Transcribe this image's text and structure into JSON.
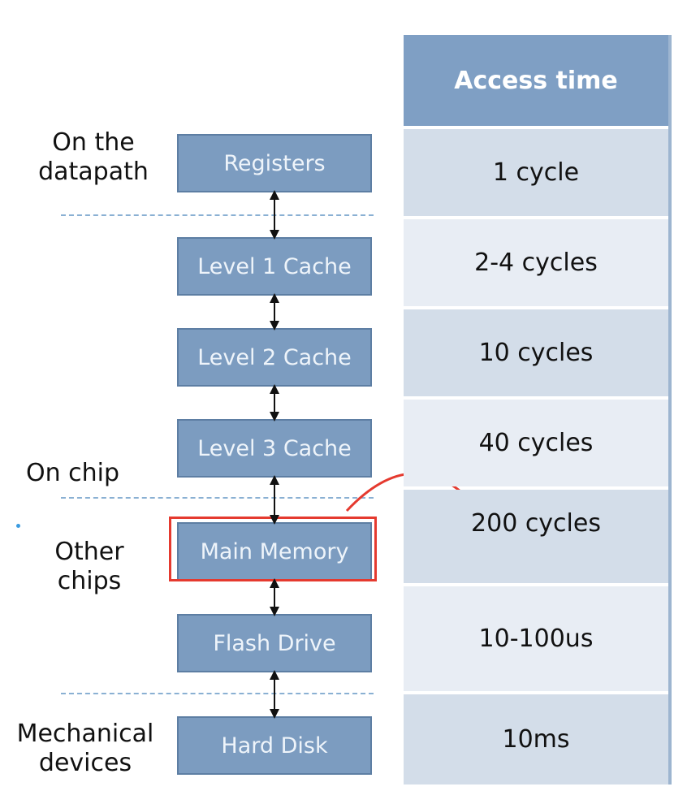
{
  "labels": {
    "on_datapath": [
      "On the",
      "datapath"
    ],
    "on_chip": "On chip",
    "other_chips": [
      "Other",
      "chips"
    ],
    "mechanical": [
      "Mechanical",
      "devices"
    ]
  },
  "hierarchy": [
    {
      "name": "Registers",
      "time": "1 cycle"
    },
    {
      "name": "Level 1 Cache",
      "time": "2-4 cycles"
    },
    {
      "name": "Level 2 Cache",
      "time": "10 cycles"
    },
    {
      "name": "Level 3 Cache",
      "time": "40 cycles"
    },
    {
      "name": "Main Memory",
      "time": "200 cycles"
    },
    {
      "name": "Flash Drive",
      "time": "10-100us"
    },
    {
      "name": "Hard Disk",
      "time": "10ms"
    }
  ],
  "table": {
    "header": "Access time"
  },
  "highlight": {
    "item": "Main Memory",
    "color": "#e53a2f"
  },
  "colors": {
    "box": "#7c9cc0",
    "header": "#7f9fc4",
    "row_dark": "#d3dde9",
    "row_light": "#e8edf4",
    "dash": "#8ab0d3"
  }
}
